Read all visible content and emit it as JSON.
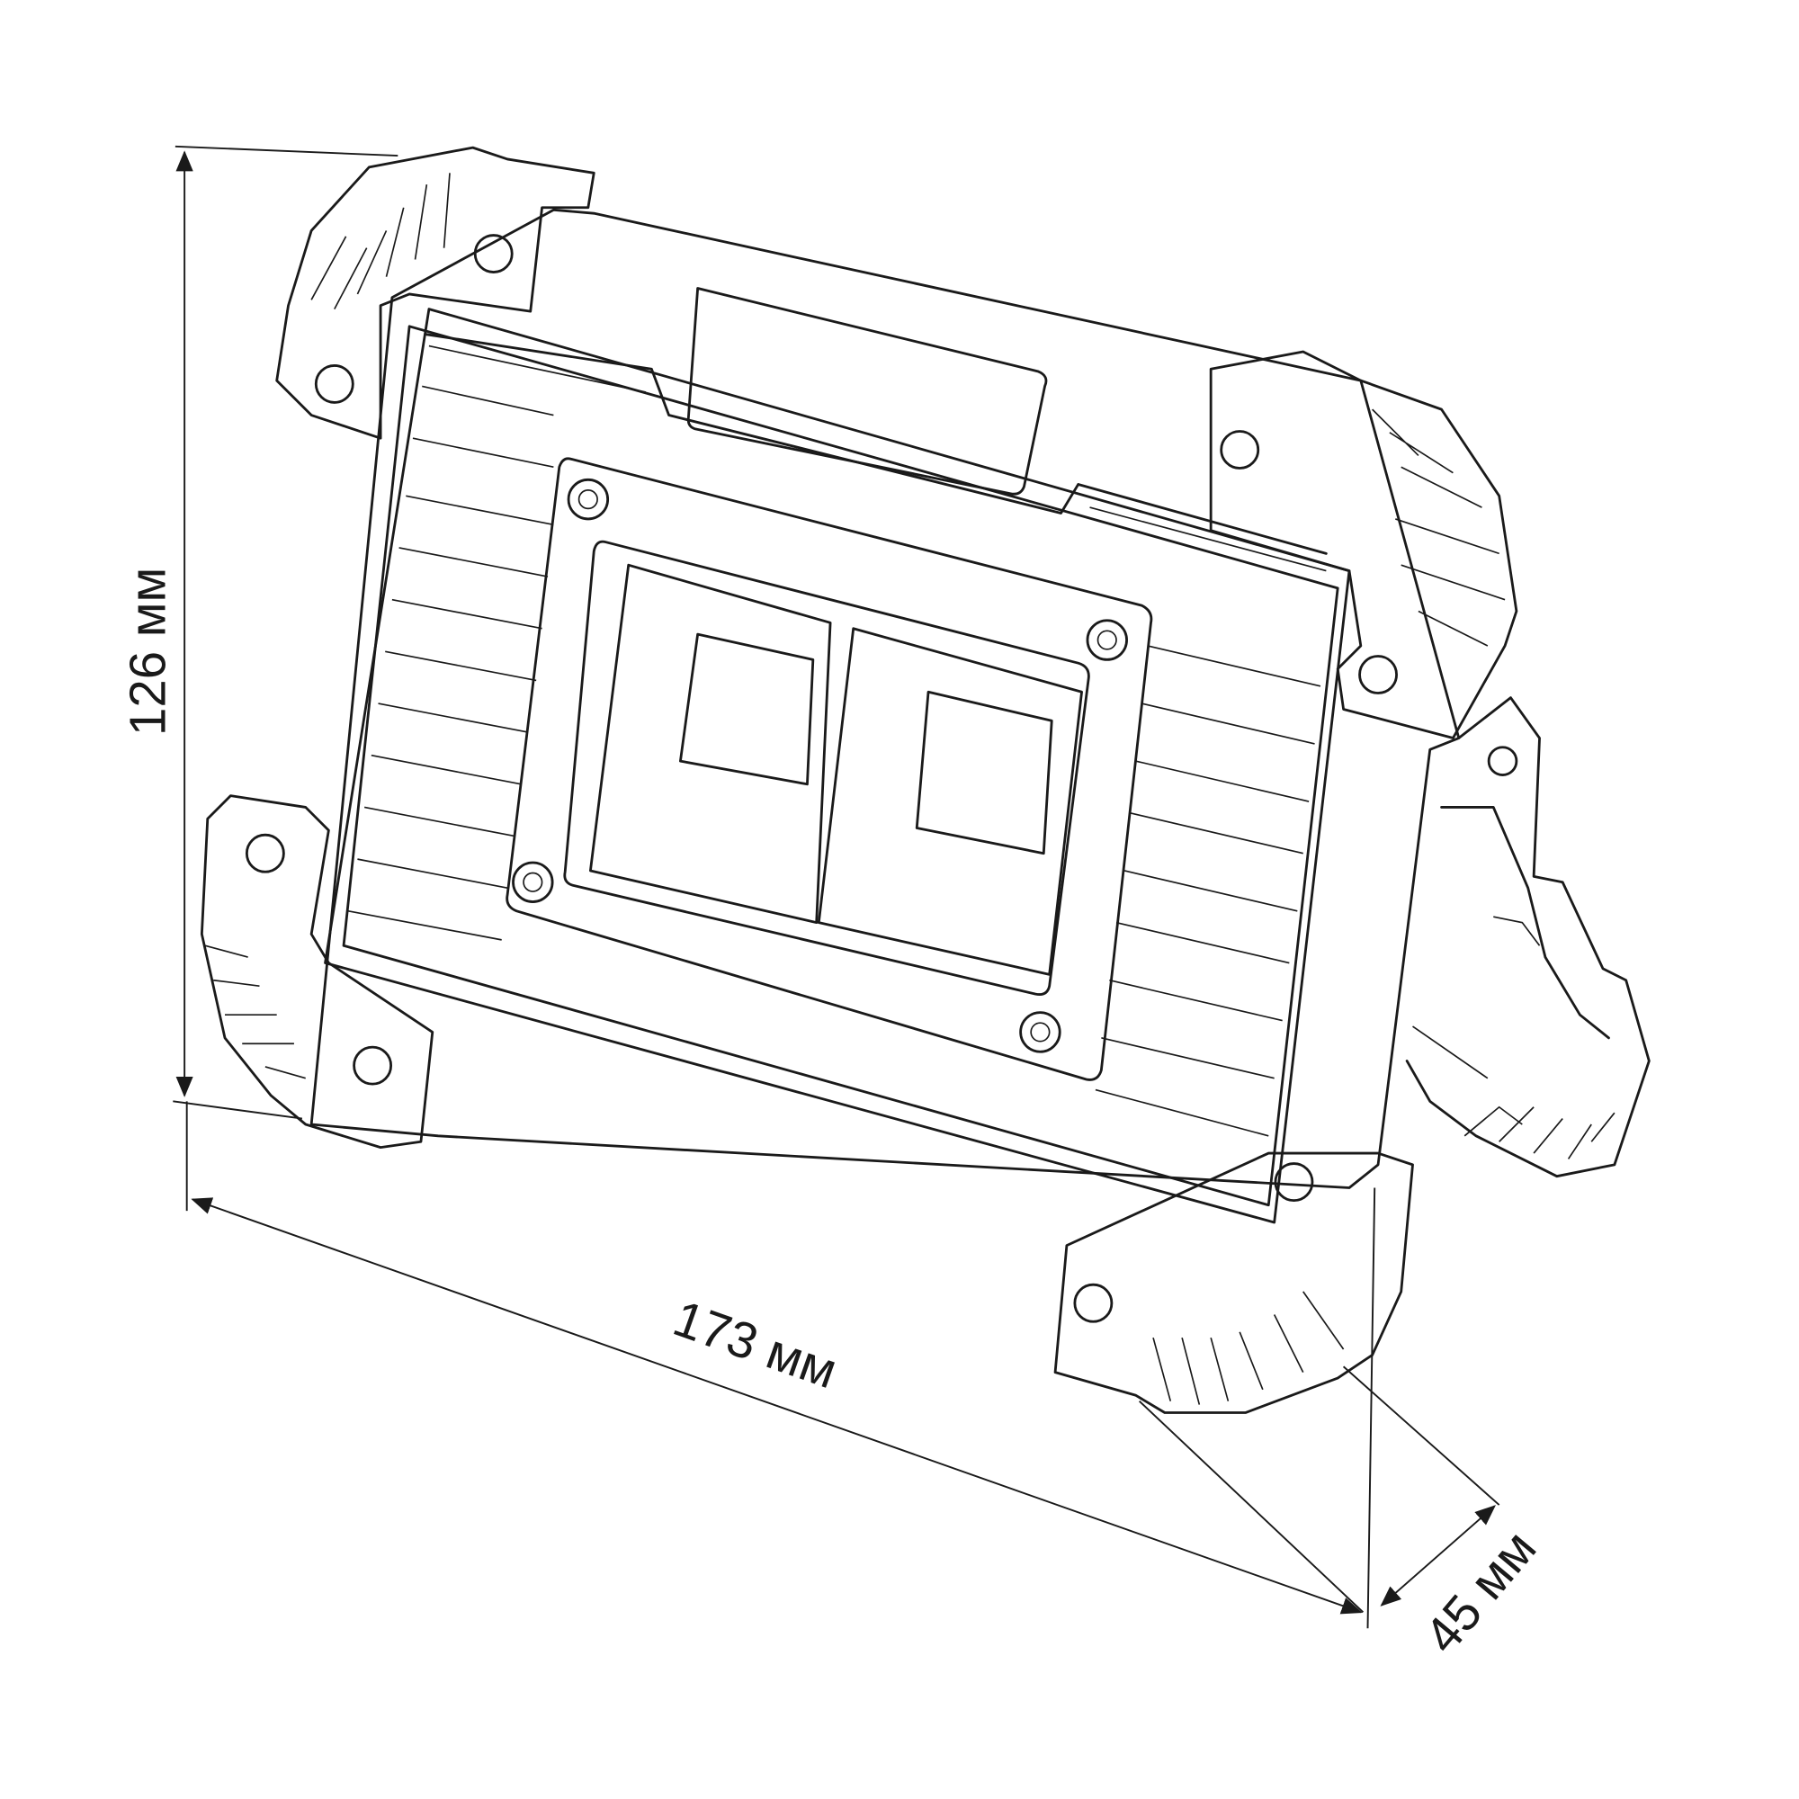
{
  "drawing": {
    "subject": "floodlight",
    "line_color": "#1a1a1a",
    "background": "#ffffff"
  },
  "dimensions": {
    "height_label": "126 мм",
    "width_label": "173 мм",
    "depth_label": "45 мм"
  }
}
